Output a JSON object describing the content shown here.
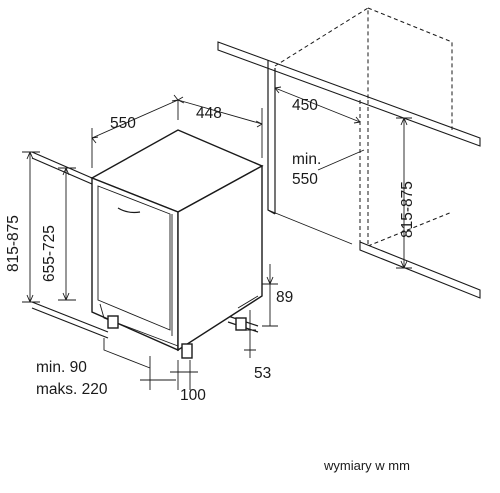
{
  "diagram": {
    "labels": {
      "depth": "550",
      "width": "448",
      "niche_depth": "450",
      "niche_min_label": "min.",
      "niche_min_value": "550",
      "height_range": "815-875",
      "front_height": "655-725",
      "niche_height": "815-875",
      "plinth": "89",
      "foot_right": "53",
      "foot_front": "100",
      "toe_min": "min. 90",
      "toe_max": "maks. 220"
    },
    "caption": "wymiary w mm"
  }
}
